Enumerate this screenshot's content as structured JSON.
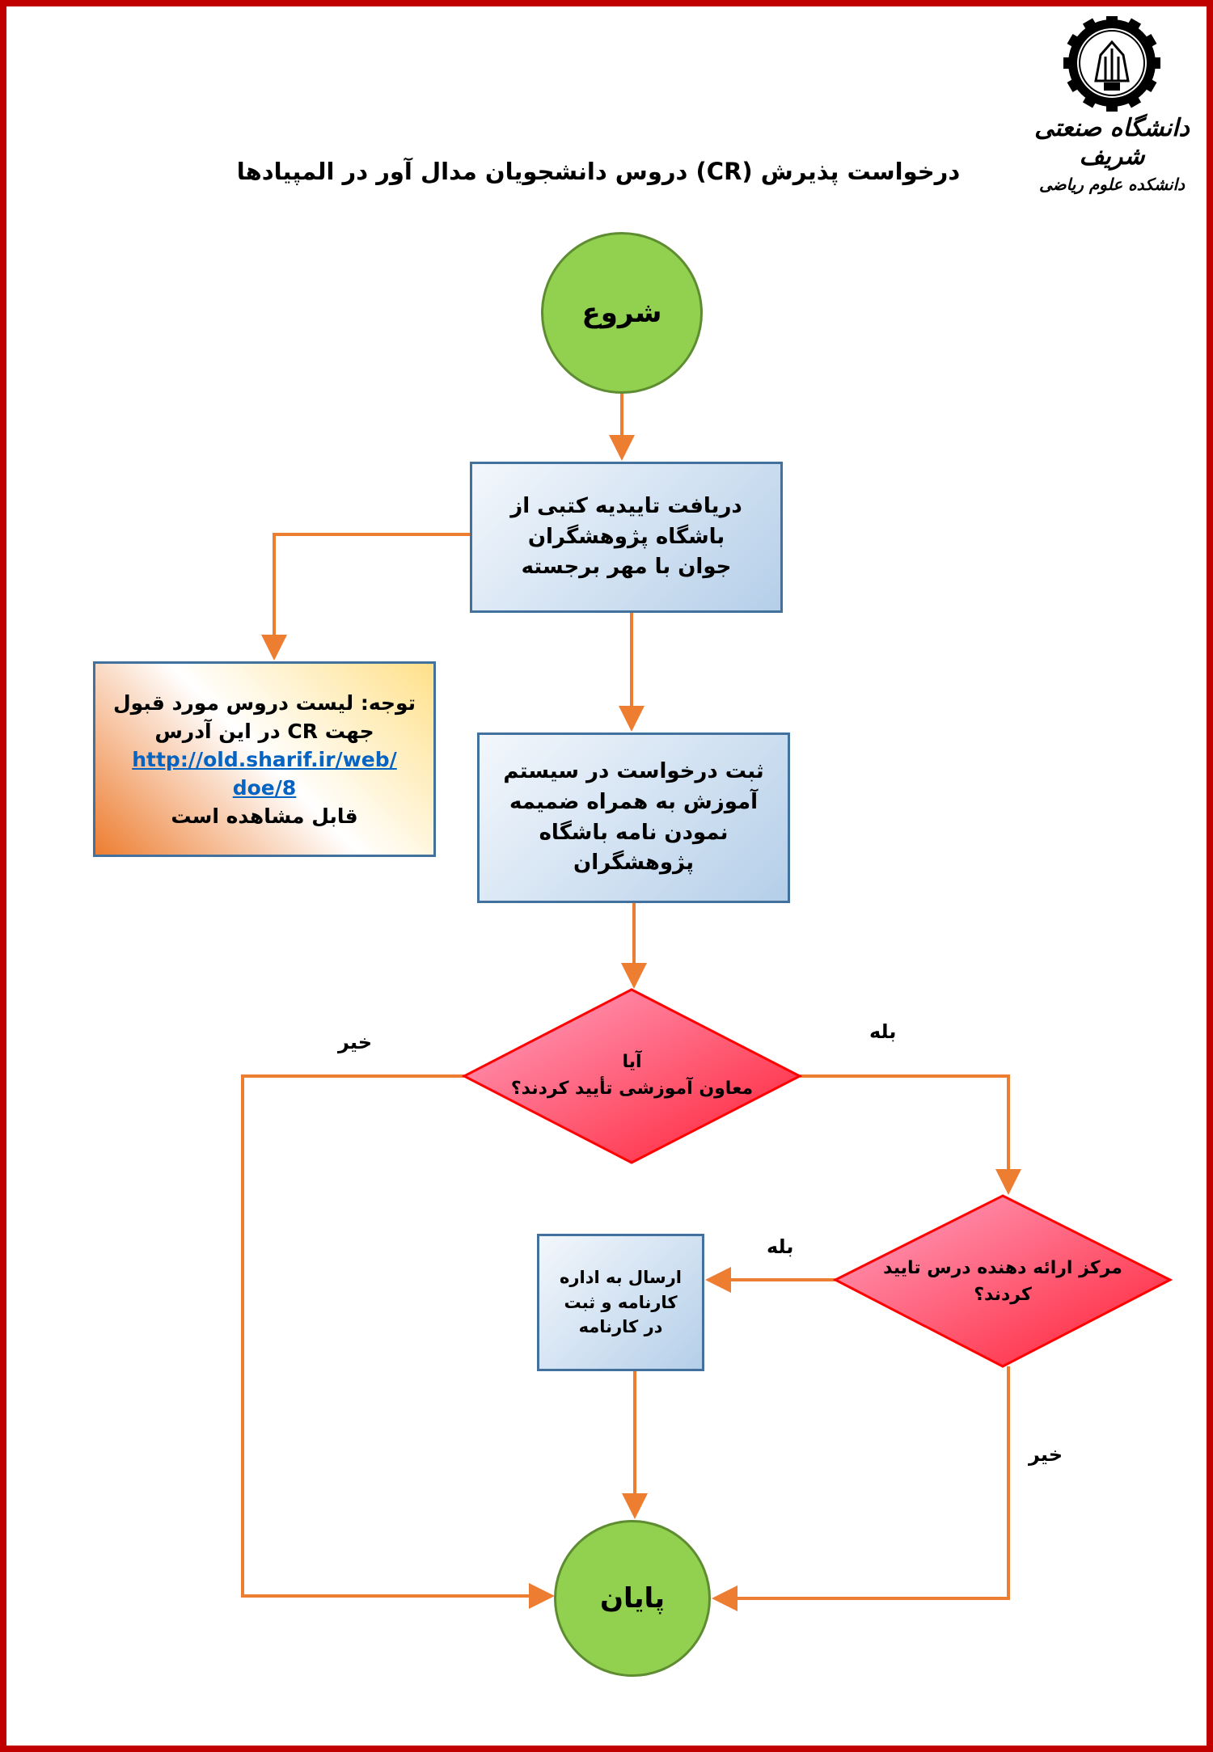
{
  "header": {
    "title": "درخواست پذیرش (CR) دروس دانشجویان مدال آور در المپیادها",
    "logo_text_university": "دانشگاه صنعتی شریف",
    "logo_text_faculty": "دانشکده علوم ریاضی"
  },
  "flow": {
    "start": "شروع",
    "step1": [
      "دریافت تاییدیه کتبی از",
      "باشگاه پژوهشگران",
      "جوان با مهر برجسته"
    ],
    "note": {
      "line1": "توجه: لیست دروس مورد قبول",
      "line2": "جهت CR در این آدرس",
      "link_line1": "http://old.sharif.ir/web/",
      "link_line2": "doe/8",
      "line3": "قابل مشاهده است"
    },
    "step2": [
      "ثبت درخواست در سیستم",
      "آموزش به همراه ضمیمه",
      "نمودن نامه باشگاه",
      "پژوهشگران"
    ],
    "decision1": [
      "آیا",
      "معاون آموزشی تأیید کردند؟"
    ],
    "decision1_no": "خیر",
    "decision1_yes": "بله",
    "decision2": [
      "مرکز ارائه دهنده درس تایید",
      "کردند؟"
    ],
    "decision2_yes": "بله",
    "decision2_no": "خیر",
    "step3": [
      "ارسال به اداره",
      "کارنامه و ثبت",
      "در کارنامه"
    ],
    "end": "پایان"
  },
  "colors": {
    "connector": "#ed7d31",
    "frame": "#c00000",
    "terminal": "#92d050",
    "decision": "#ff2a3d"
  }
}
